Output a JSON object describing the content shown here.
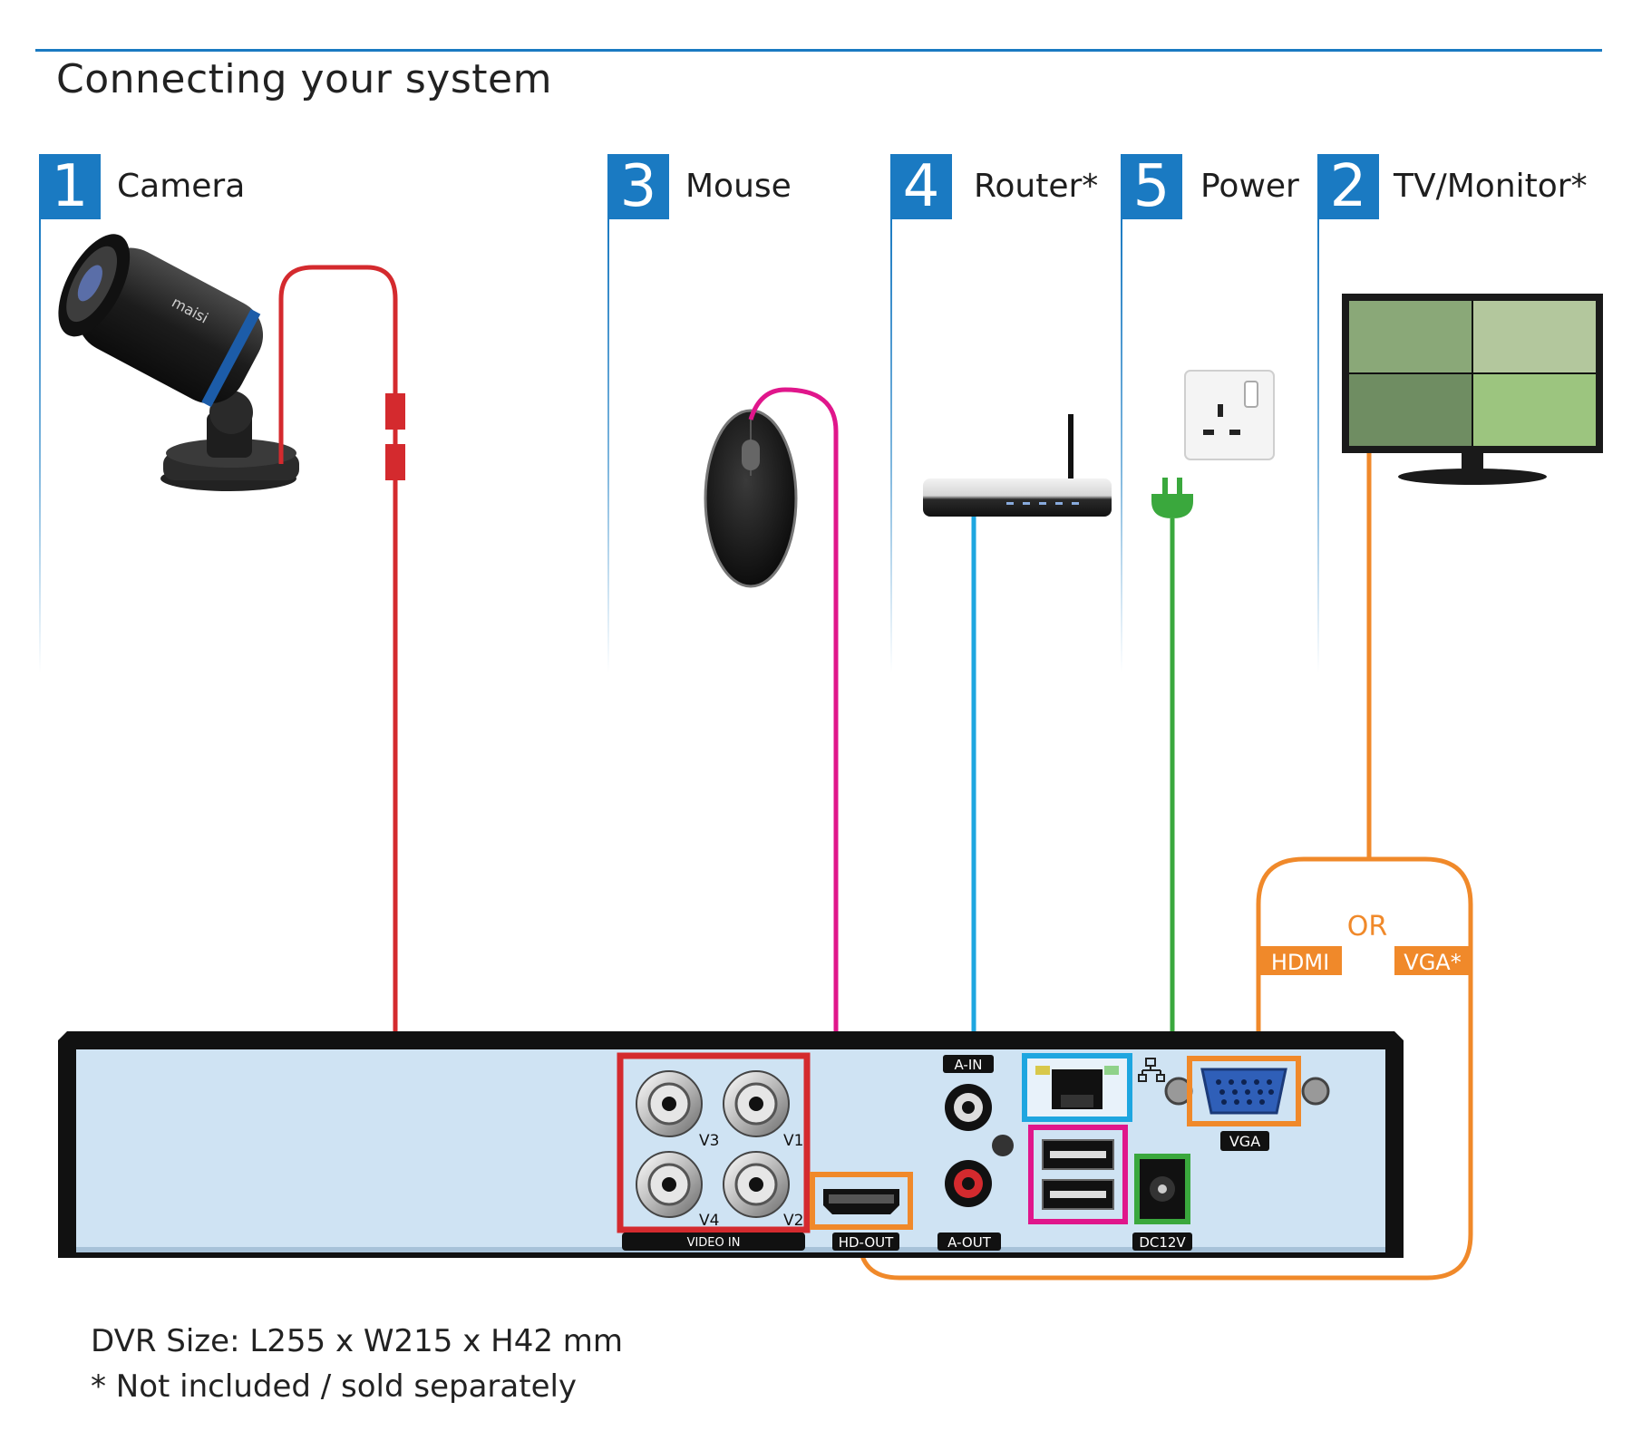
{
  "page": {
    "title": "Connecting your system"
  },
  "steps": [
    {
      "number": "1",
      "label": "Camera"
    },
    {
      "number": "3",
      "label": "Mouse"
    },
    {
      "number": "4",
      "label": "Router*"
    },
    {
      "number": "5",
      "label": "Power"
    },
    {
      "number": "2",
      "label": "TV/Monitor*"
    }
  ],
  "camera": {
    "brand": "maisi"
  },
  "dvr": {
    "ports": {
      "video_in": "VIDEO IN",
      "v1": "V1",
      "v2": "V2",
      "v3": "V3",
      "v4": "V4",
      "a_in": "A-IN",
      "a_out": "A-OUT",
      "hd_out": "HD-OUT",
      "vga": "VGA",
      "dc12v": "DC12V"
    }
  },
  "display_options": {
    "or_label": "OR",
    "hdmi_label": "HDMI",
    "vga_label": "VGA*"
  },
  "colors": {
    "accent": "#1a7ac2",
    "camera_cable": "#d42a2e",
    "mouse_cable": "#e0168b",
    "router_cable": "#1ea6e0",
    "power_cable": "#3aa83d",
    "display_cable": "#f0892a",
    "dvr_face": "#cfe3f3"
  },
  "footer": {
    "size_text": "DVR Size: L255 x W215 x H42 mm",
    "note": "* Not included / sold separately"
  }
}
